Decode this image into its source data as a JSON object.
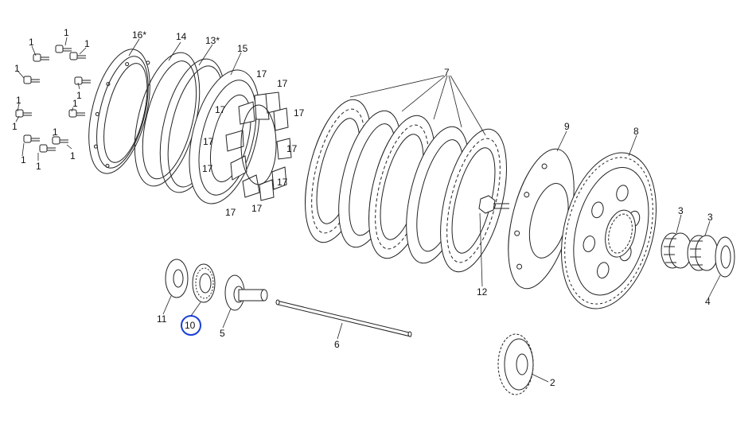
{
  "labels": {
    "l1": "1",
    "l2": "2",
    "l3": "3",
    "l4": "4",
    "l5": "5",
    "l6": "6",
    "l7": "7",
    "l8": "8",
    "l9": "9",
    "l10": "10",
    "l11": "11",
    "l12": "12",
    "l13": "13*",
    "l14": "14",
    "l15": "15",
    "l16": "16*",
    "l17": "17"
  },
  "highlight": {
    "part": "10",
    "color": "#1a3fd6"
  }
}
